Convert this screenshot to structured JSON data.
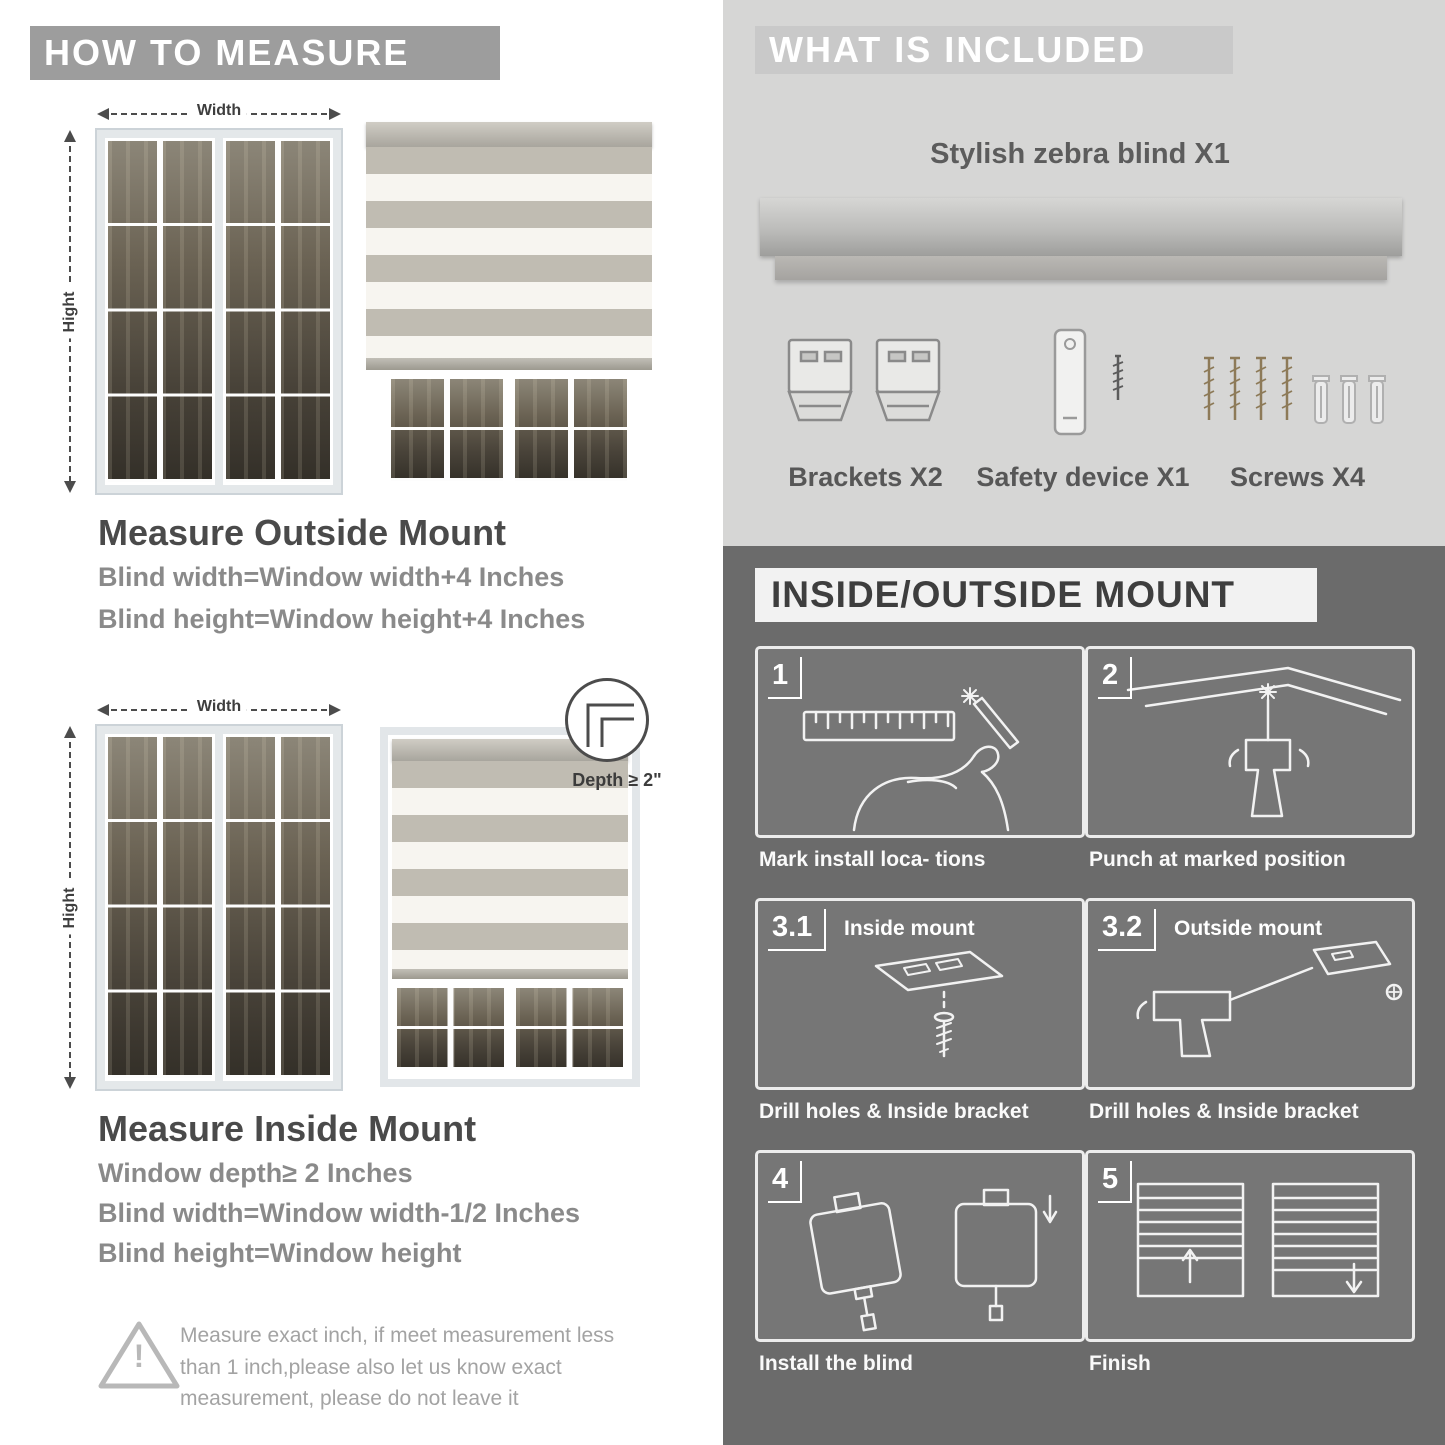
{
  "left": {
    "header": "HOW TO MEASURE",
    "outside": {
      "width_label": "Width",
      "height_label": "Hight",
      "title": "Measure Outside Mount",
      "line1": "Blind width=Window width+4 Inches",
      "line2": "Blind height=Window height+4 Inches"
    },
    "inside": {
      "width_label": "Width",
      "height_label": "Hight",
      "depth_label": "Depth ≥ 2\"",
      "title": "Measure Inside Mount",
      "line1": "Window depth≥ 2 Inches",
      "line2": "Blind width=Window width-1/2 Inches",
      "line3": "Blind height=Window height"
    },
    "warning": {
      "mark": "!",
      "text": "Measure exact inch, if meet measurement less than 1 inch,please also let us know exact measurement, please do not leave it"
    }
  },
  "included": {
    "header": "WHAT IS INCLUDED",
    "blind_label": "Stylish zebra blind X1",
    "items": [
      {
        "label": "Brackets X2"
      },
      {
        "label": "Safety device X1"
      },
      {
        "label": "Screws X4"
      }
    ]
  },
  "mount": {
    "header": "INSIDE/OUTSIDE MOUNT",
    "steps": [
      {
        "num": "1",
        "caption": "Mark install loca- tions"
      },
      {
        "num": "2",
        "caption": "Punch at  marked position"
      },
      {
        "num": "3.1",
        "label": "Inside mount",
        "caption": "Drill holes &  Inside bracket"
      },
      {
        "num": "3.2",
        "label": "Outside mount",
        "caption": "Drill holes &  Inside bracket"
      },
      {
        "num": "4",
        "caption": "Install the blind"
      },
      {
        "num": "5",
        "caption": "Finish"
      }
    ]
  },
  "colors": {
    "banner_gray": "#9d9d9d",
    "included_bg": "#d6d6d5",
    "mount_bg": "#6b6b6b",
    "stripe_gray": "#c0bcb2",
    "stripe_white": "#f7f5f0"
  }
}
